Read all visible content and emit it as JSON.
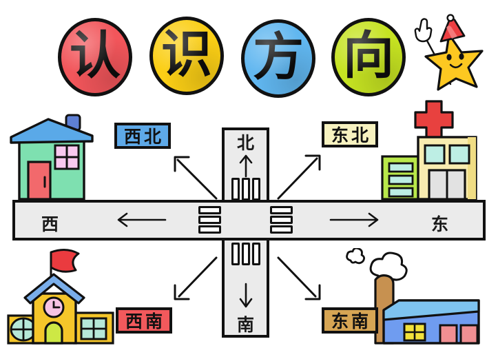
{
  "poster": {
    "title_text": "认识方向",
    "title_circles": [
      {
        "char": "认",
        "color": "#f2565b",
        "name": "title-circle-ren"
      },
      {
        "char": "识",
        "color": "#fbcf16",
        "name": "title-circle-shi"
      },
      {
        "char": "方",
        "color": "#61b7f0",
        "name": "title-circle-fang"
      },
      {
        "char": "向",
        "color": "#c6e322",
        "name": "title-circle-xiang"
      }
    ],
    "mascot": {
      "name": "star-mascot",
      "body_color": "#fdc821",
      "hat_color": "#ec3f42",
      "description": "smiling-star-with-santa-hat-holding-pointer"
    }
  },
  "compass": {
    "cardinal": [
      {
        "id": "north",
        "label": "北",
        "arrow": "↑"
      },
      {
        "id": "south",
        "label": "南",
        "arrow": "↓"
      },
      {
        "id": "west",
        "label": "西",
        "arrow": "←"
      },
      {
        "id": "east",
        "label": "东",
        "arrow": "→"
      }
    ],
    "ordinal": [
      {
        "id": "northwest",
        "label": "西北",
        "color": "#5ea9e8",
        "arrow": "↖"
      },
      {
        "id": "northeast",
        "label": "东北",
        "color": "#f7f2c0",
        "arrow": "↗"
      },
      {
        "id": "southwest",
        "label": "西南",
        "color": "#f2595c",
        "arrow": "↙"
      },
      {
        "id": "southeast",
        "label": "东南",
        "color": "#d6a554",
        "arrow": "↘"
      }
    ],
    "road_fill": "#ebebeb",
    "outline_color": "#111111"
  },
  "buildings": [
    {
      "id": "house",
      "position": "northwest",
      "wall": "#7ee0b0",
      "roof": "#5aa9e8",
      "door": "#f2696c",
      "window": "#f8c8ef",
      "chimney": "#5e7fd4"
    },
    {
      "id": "hospital",
      "position": "northeast",
      "wall": "#f8ecb0",
      "wing": "#b9e84a",
      "window": "#bdeee4",
      "cross": "#e8413f",
      "door": "#e2e2e2"
    },
    {
      "id": "school",
      "position": "southwest",
      "wall": "#f5c62a",
      "roof": "#7aaeea",
      "flag": "#ea3b3f",
      "clock": "#f6c3e4",
      "door": "#cde845",
      "window": "#b6e8d8"
    },
    {
      "id": "factory",
      "position": "southeast",
      "wall": "#6f9cf0",
      "roof": "#7ec3ef",
      "chimney": "#c79150",
      "smoke": "#ffffff",
      "window_a": "#f2e23c",
      "window_b": "#f08f92"
    }
  ]
}
